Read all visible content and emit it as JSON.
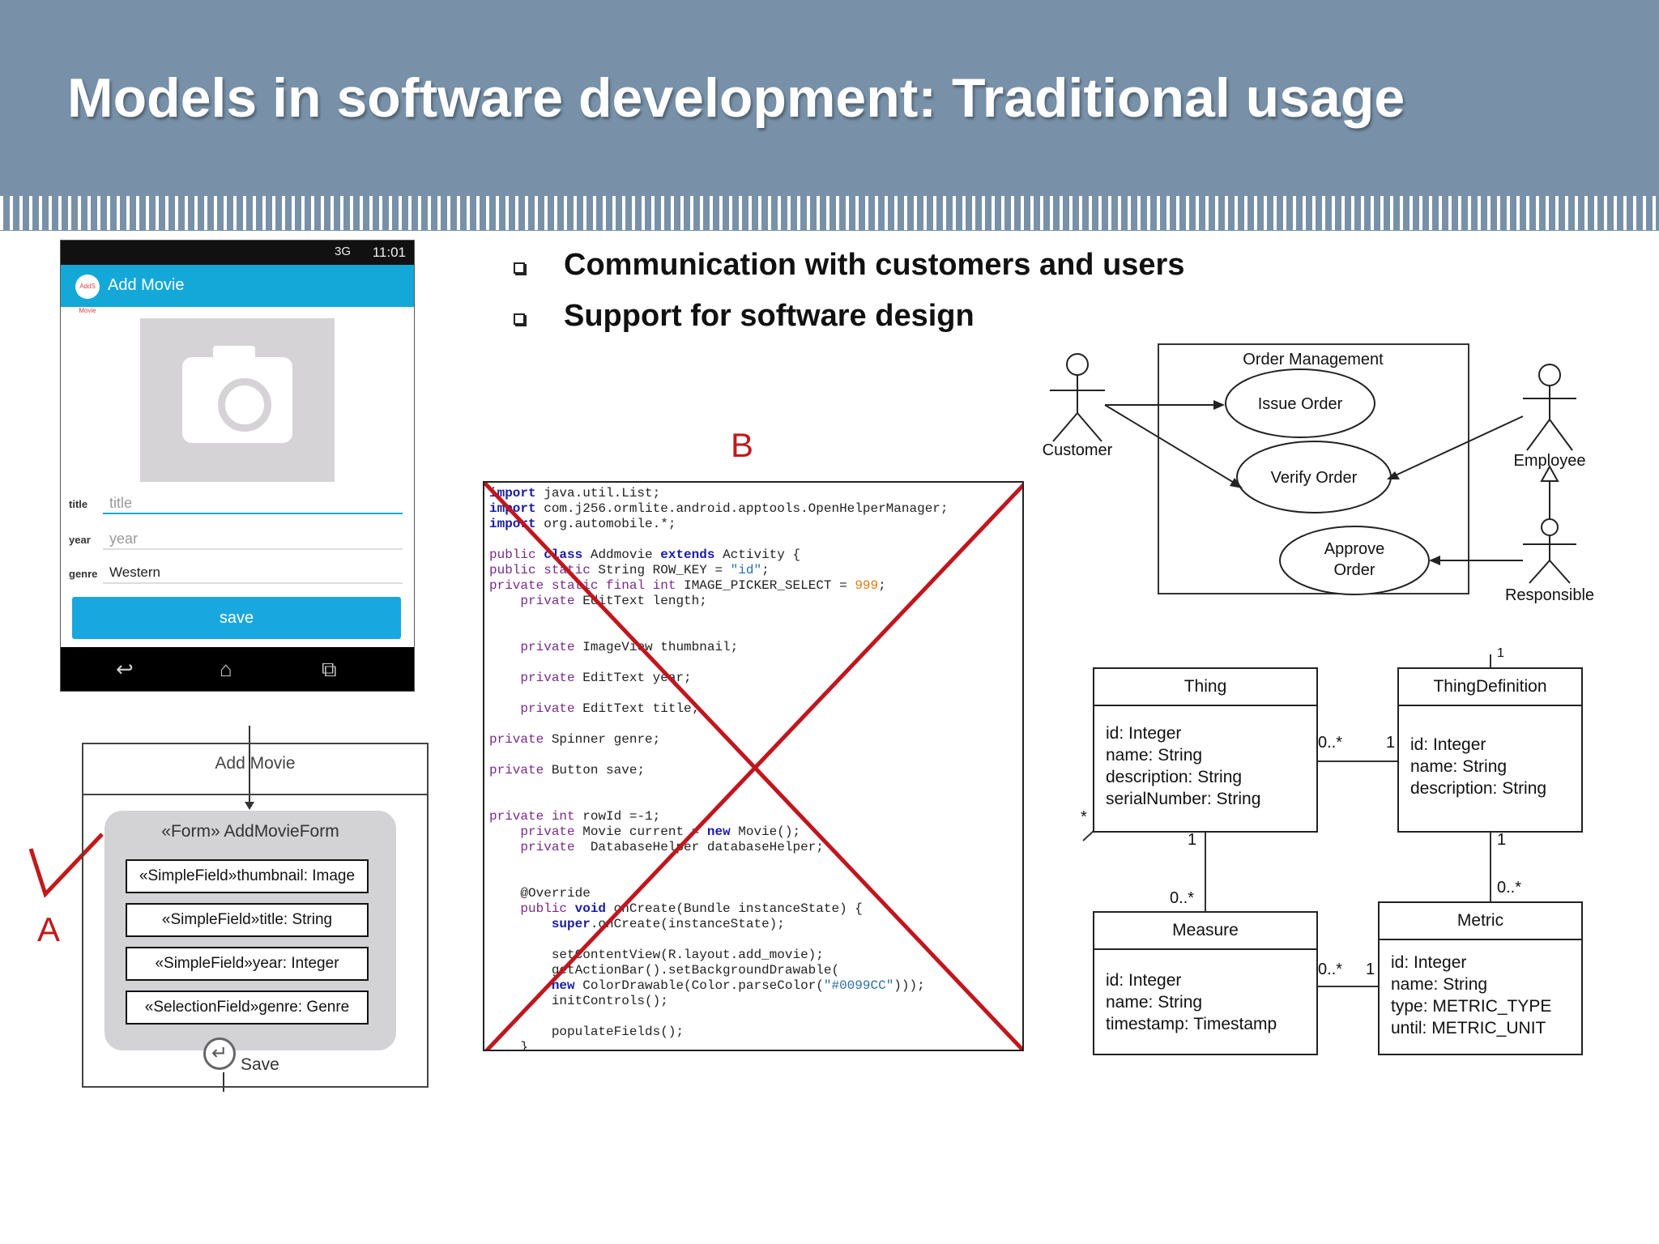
{
  "title": "Models in software development: Traditional usage",
  "bullets": [
    "Communication with customers and users",
    "Support for software design"
  ],
  "phone": {
    "time": "11:01",
    "signal": "3G",
    "app_title": "Add Movie",
    "logo_text": "AddS Movie",
    "fields": [
      {
        "label": "title",
        "value": "title"
      },
      {
        "label": "year",
        "value": "year"
      },
      {
        "label": "genre",
        "value": "Western"
      }
    ],
    "save_label": "save"
  },
  "form_model": {
    "title": "Add Movie",
    "form_name": "«Form» AddMovieForm",
    "fields": [
      "«SimpleField»thumbnail: Image",
      "«SimpleField»title: String",
      "«SimpleField»year: Integer",
      "«SelectionField»genre: Genre"
    ],
    "action": "Save"
  },
  "labels": {
    "a": "A",
    "b": "B"
  },
  "code_lines": [
    "import java.util.List;",
    "import com.j256.ormlite.android.apptools.OpenHelperManager;",
    "import org.automobile.*;",
    "",
    "public class Addmovie extends Activity {",
    "public static String ROW_KEY = \"id\";",
    "private static final int IMAGE_PICKER_SELECT = 999;",
    "    private EditText length;",
    "",
    "",
    "    private ImageView thumbnail;",
    "",
    "    private EditText year;",
    "",
    "    private EditText title;",
    "",
    "private Spinner genre;",
    "",
    "private Button save;",
    "",
    "",
    "private int rowId =-1;",
    "    private Movie current = new Movie();",
    "    private  DatabaseHelper databaseHelper;",
    "",
    "",
    "    @Override",
    "    public void onCreate(Bundle instanceState) {",
    "        super.onCreate(instanceState);",
    "",
    "        setContentView(R.layout.add_movie);",
    "        getActionBar().setBackgroundDrawable(",
    "        new ColorDrawable(Color.parseColor(\"#0099CC\")));",
    "        initControls();",
    "",
    "        populateFields();",
    "    }"
  ],
  "use_case": {
    "system": "Order Management",
    "actors": [
      "Customer",
      "Employee",
      "Responsible"
    ],
    "use_cases": [
      "Issue Order",
      "Verify Order",
      "Approve Order"
    ]
  },
  "class_diagram": {
    "classes": [
      {
        "name": "Thing",
        "attributes": [
          "id: Integer",
          "name: String",
          "description: String",
          "serialNumber: String"
        ]
      },
      {
        "name": "ThingDefinition",
        "attributes": [
          "id: Integer",
          "name: String",
          "description: String"
        ]
      },
      {
        "name": "Measure",
        "attributes": [
          "id: Integer",
          "name: String",
          "timestamp: Timestamp"
        ]
      },
      {
        "name": "Metric",
        "attributes": [
          "id: Integer",
          "name: String",
          "type: METRIC_TYPE",
          "until: METRIC_UNIT"
        ]
      }
    ],
    "multiplicities": {
      "thing_def_left": "0..*",
      "thing_def_right": "1",
      "thing_measure_top": "1",
      "thing_measure_bottom": "0..*",
      "def_metric_top": "1",
      "def_metric_bottom": "0..*",
      "measure_metric_left": "0..*",
      "measure_metric_right": "1",
      "thing_self": "*",
      "def_top": "1"
    }
  },
  "colors": {
    "header": "#7891a8",
    "accent_red": "#c11a1a",
    "phone_bar": "#13a8d8"
  }
}
